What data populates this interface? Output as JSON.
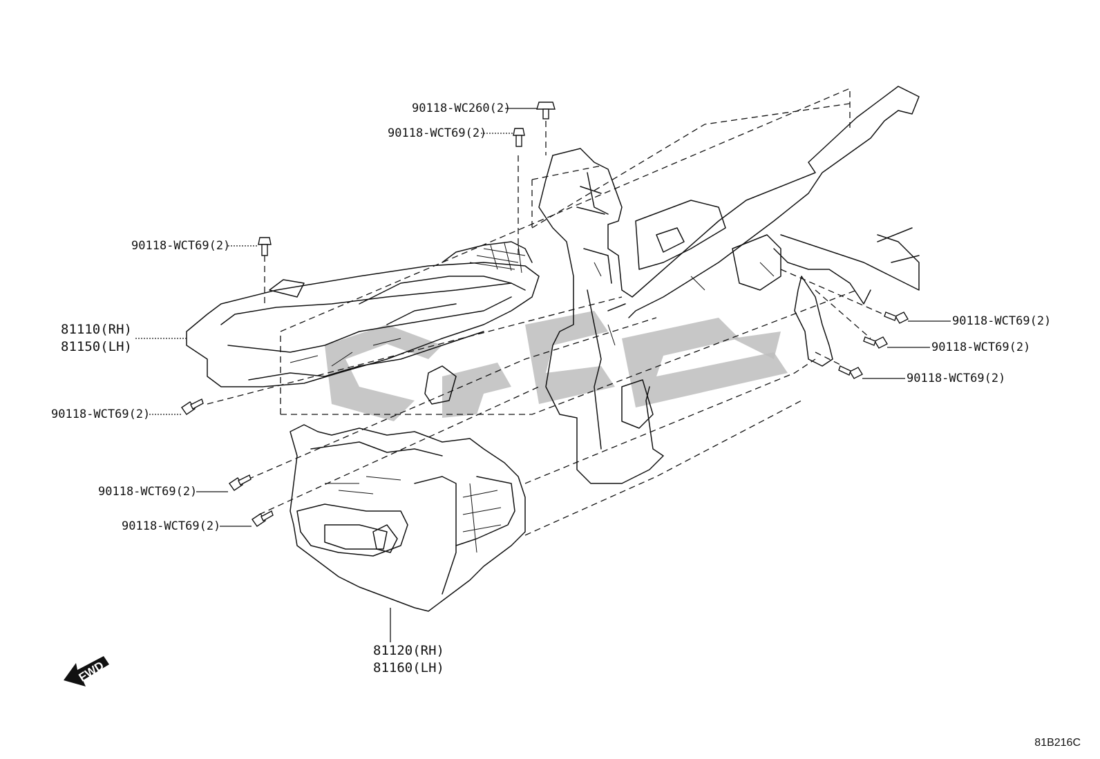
{
  "callouts": {
    "bolt_top_wc260": "90118-WC260(2)",
    "bolt_top_wct69": "90118-WCT69(2)",
    "bolt_head_upper": "90118-WCT69(2)",
    "bolt_head_lower": "90118-WCT69(2)",
    "bolt_fog_upper": "90118-WCT69(2)",
    "bolt_fog_lower": "90118-WCT69(2)",
    "bolt_right_1": "90118-WCT69(2)",
    "bolt_right_2": "90118-WCT69(2)",
    "bolt_right_3": "90118-WCT69(2)"
  },
  "parts": {
    "headlamp_rh": "81110(RH)",
    "headlamp_lh": "81150(LH)",
    "foglamp_rh": "81120(RH)",
    "foglamp_lh": "81160(LH)"
  },
  "fwd_arrow": "FWD",
  "diagram_code": "81B216C",
  "colors": {
    "ink": "#111111",
    "watermark": "#bdbdbd",
    "background": "#ffffff"
  }
}
